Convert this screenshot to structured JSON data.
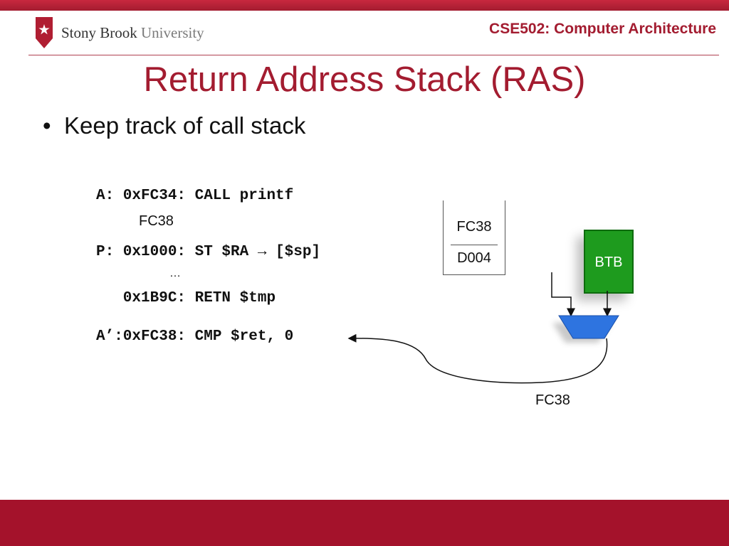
{
  "header": {
    "logo_name": "Stony Brook",
    "logo_suffix": "University",
    "course": "CSE502: Computer Architecture"
  },
  "title": "Return Address Stack (RAS)",
  "bullets": [
    "Keep track of call stack"
  ],
  "code": {
    "line1": "A: 0xFC34: CALL printf",
    "fc38_note": "FC38",
    "line2_a": "P: 0x1000: ST $RA ",
    "line2_arrow": "→",
    "line2_b": " [$sp]",
    "ellipsis": "…",
    "line3": "   0x1B9C: RETN $tmp",
    "line4": "A’:0xFC38: CMP $ret, 0"
  },
  "ras_stack": [
    "FC38",
    "D004"
  ],
  "btb_label": "BTB",
  "output_label": "FC38",
  "colors": {
    "accent": "#a31c30",
    "btb_green": "#1e9b1e",
    "mux_blue": "#2e74e0"
  }
}
